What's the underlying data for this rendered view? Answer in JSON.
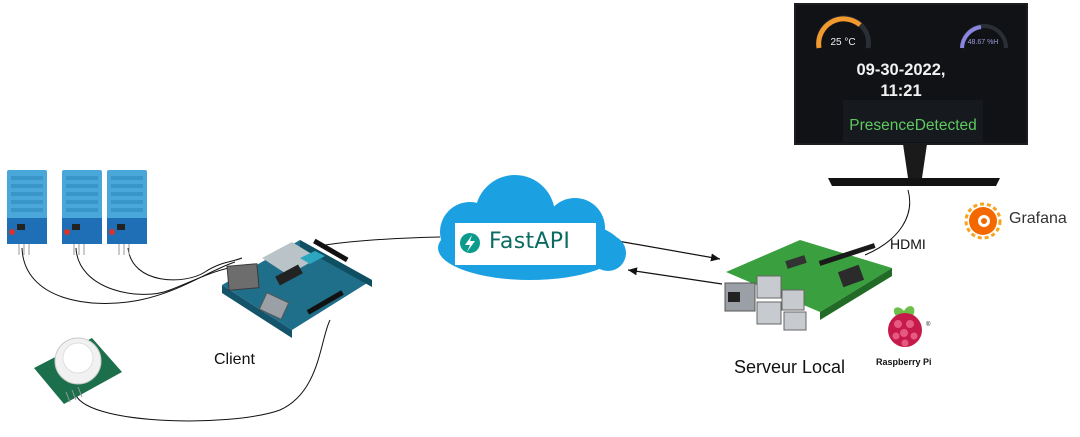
{
  "client": {
    "label": "Client"
  },
  "server": {
    "label": "Serveur Local"
  },
  "api": {
    "name": "FastAPI"
  },
  "link": {
    "hdmi": "HDMI"
  },
  "brands": {
    "grafana": "Grafana",
    "raspberry": "Raspberry Pi"
  },
  "dashboard": {
    "temperature": "25 °C",
    "humidity": "48.67 %H",
    "datetime_line1": "09-30-2022,",
    "datetime_line2": "11:21",
    "presence": "PresenceDetected"
  },
  "colors": {
    "fastapi": "#0b9b8c",
    "cloud": "#1ba1e2",
    "temperature_gauge": "#f29a2e",
    "humidity_gauge": "#8a86e0",
    "presence": "#5fc862",
    "grafana": "#f46800",
    "raspberry": "#c51a4a"
  }
}
